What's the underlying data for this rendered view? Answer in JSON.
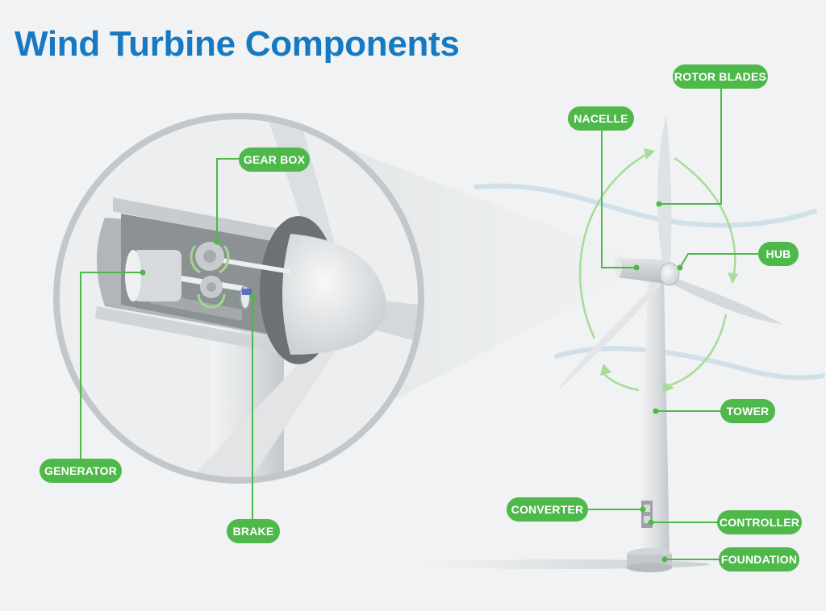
{
  "title": "Wind Turbine Components",
  "colors": {
    "title": "#1679c2",
    "label_fill": "#4fb84a",
    "label_text": "#ffffff",
    "leader_line": "#4fb84a",
    "rotation_arrow": "#9fd88f",
    "wind_lines": "#cfe0ea",
    "background": "#f0f2f3"
  },
  "labels": {
    "rotor_blades": "ROTOR BLADES",
    "nacelle": "NACELLE",
    "hub": "HUB",
    "tower": "TOWER",
    "converter": "CONVERTER",
    "controller": "CONTROLLER",
    "foundation": "FOUNDATION",
    "gear_box": "GEAR BOX",
    "generator": "GENERATOR",
    "brake": "BRAKE"
  }
}
